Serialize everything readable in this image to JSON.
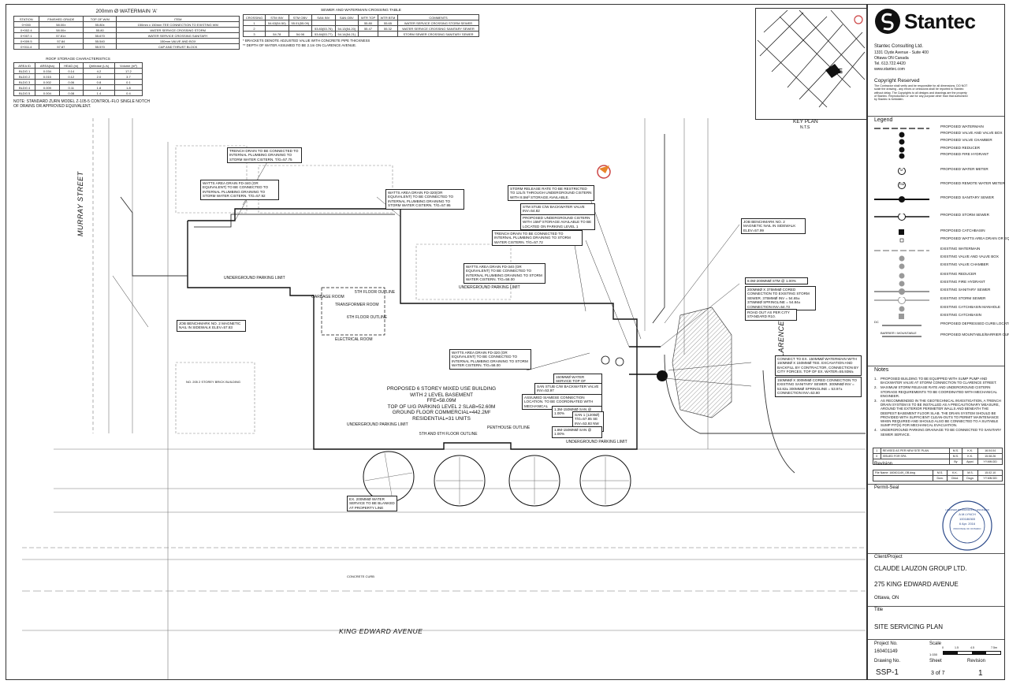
{
  "watermain_table": {
    "title": "200mm Ø WATERMAIN 'A'",
    "headers": [
      "STATION",
      "FINISHED GRADE",
      "TOP OF W/M",
      "ITEM"
    ],
    "rows": [
      [
        "0+000",
        "58.00±",
        "55.80±",
        "150mm x 150mm TEE CONNECTION TO EXISTING WM"
      ],
      [
        "0+002.4",
        "58.00±",
        "55.80",
        "WATER SERVICE CROSSING STORM"
      ],
      [
        "0+007.1",
        "57.81±",
        "55.670",
        "WATER SERVICE CROSSING SANITARY"
      ],
      [
        "0+009.5",
        "57.84",
        "55.540",
        "150mm VALVE AND BOX"
      ],
      [
        "0+011.4",
        "57.87",
        "55.570",
        "CAP AND THRUST BLOCK"
      ]
    ]
  },
  "crossing_table": {
    "title": "SEWER AND WATERMAIN CROSSING TABLE",
    "headers": [
      "CROSSING",
      "STM INV",
      "STM OBV",
      "SAN INV",
      "SAN OBV",
      "WTR TOP",
      "WTR BTM",
      "COMMENTS"
    ],
    "rows": [
      [
        "1",
        "54.63(54.50)",
        "55.01(55.09)",
        "",
        "",
        "55.80",
        "55.65",
        "WATER SERVICE CROSSING STORM SEWER"
      ],
      [
        "2",
        "",
        "",
        "53.83(53.76)",
        "54.13(54.20)",
        "55.47",
        "55.32",
        "WATER SERVICE CROSSING SANITARY SEWER"
      ],
      [
        "3",
        "54.78",
        "54.98",
        "53.84(53.77)",
        "54.14(54.21)",
        "",
        "",
        "STORM SEWER CROSSING SANITARY SEWER"
      ]
    ],
    "notes": [
      "* BRACKETS DENOTE ADJUSTED VALUE WITH CONCRETE PIPE THICKNESS",
      "** DEPTH OF WATER ASSUMED TO BE 2.1m ON CLARENCE AVENUE."
    ]
  },
  "roof_table": {
    "title": "ROOF STORAGE CHARACTERISTICS",
    "headers": [
      "AREA ID",
      "AREA(ha)",
      "HEAD (m)",
      "Qrelease (L/s)",
      "Volume (m³)"
    ],
    "rows": [
      [
        "BLDG 1",
        "0.034",
        "0.14",
        "4.2",
        "17.2"
      ],
      [
        "BLDG 2",
        "0.015",
        "0.12",
        "2.0",
        "3.7"
      ],
      [
        "BLDG 3",
        "0.002",
        "0.06",
        "0.8",
        "0.1"
      ],
      [
        "BLDG 4",
        "0.009",
        "0.11",
        "1.8",
        "1.8"
      ],
      [
        "BLDG 5",
        "0.004",
        "0.08",
        "1.4",
        "0.4"
      ]
    ],
    "note": "NOTE: STANDARD ZURN MODEL Z-105-5 CONTROL-FLO SINGLE NOTCH OF DRAINS OR APPROVED EQUIVALENT."
  },
  "streets": {
    "murray": "MURRAY STREET",
    "clarence": "CLARENCE STREET",
    "king_edward": "KING EDWARD AVENUE"
  },
  "building": {
    "line1": "PROPOSED 6 STOREY MIXED USE BUILDING",
    "line2": "WITH 2 LEVEL BASEMENT",
    "line3": "FFE=58.09m",
    "line4": "TOP OF U/G PARKING LEVEL 2 SLAB=52.60m",
    "line5": "GROUND FLOOR COMMERCIAL=442.2m²",
    "line6": "RESIDENTIAL=31 UNITS"
  },
  "plan_labels": {
    "garbage": "GARBAGE ROOM",
    "transformer": "TRANSFORMER ROOM",
    "outline5": "5TH FLOOR OUTLINE",
    "outline6": "6TH FLOOR OUTLINE",
    "electrical": "ELECTRICAL ROOM",
    "ug_limit_1": "UNDERGROUND PARKING LIMIT",
    "ug_limit_2": "UNDERGROUND PARKING LIMIT",
    "ug_limit_3": "UNDERGROUND PARKING LIMIT",
    "ug_limit_4": "UNDERGROUND PARKING LIMIT",
    "outline56": "5TH AND 6TH FLOOR OUTLINE",
    "penthouse": "PENTHOUSE OUTLINE",
    "concrete_curb": "CONCRETE CURB",
    "road_out": "ROAD OUT AS PER CITY STANDARD R10.",
    "bldg_205": "NO. 205 2 STOREY BRICK BUILDING"
  },
  "callouts": {
    "c1": "TRENCH DRAIN TO BE CONNECTED TO INTERNAL PLUMBING DRAINING TO STORM WATER CISTERN. T/G=57.75",
    "c2": "WATTS AREA DRAIN FD-340 (OR EQUIVALENT) TO BE CONNECTED TO INTERNAL PLUMBING DRAINING TO STORM WATER CISTERN. T/G=57.92",
    "c3": "WATTS AREA DRAIN FD-320(OR EQUIVALENT) TO BE CONNECTED TO INTERNAL PLUMBING DRAINING TO STORM WATER CISTERN. T/G=57.95",
    "c4": "STORM RELEASE RATE TO BE RESTRICTED TO 12L/s THROUGH UNDERGROUND CISTERN WITH 8.5m³ STORAGE AVAILABLE.",
    "c5": "STM STUB c/w BACKWATER VALVE INV=54.82",
    "c6": "PROPOSED UNDERGROUND CISTERN WITH 15m³ STORAGE AVAILABLE TO BE LOCATED ON PARKING LEVEL 1",
    "c7": "TRENCH DRAIN TO BE CONNECTED TO INTERNAL PLUMBING DRAINING TO STORM WATER CISTERN. T/G=57.72",
    "c8": "JOB BENCHMARK NO. 2 MAGNETIC NAIL IN SIDEWALK ELEV=57.99",
    "c9": "WATTS AREA DRAIN FD-340 (OR EQUIVALENT) TO BE CONNECTED TO INTERNAL PLUMBING DRAINING TO STORM WATER CISTERN. T/G=58.00",
    "c10": "JOB BENCHMARK NO. 2 MAGNETIC NAIL IN SIDEWALK ELEV=57.83",
    "c11": "WATTS AREA DRAIN FD-320 (OR EQUIVALENT) TO BE CONNECTED TO INTERNAL PLUMBING DRAINING TO STORM WATER CISTERN. T/G=58.00",
    "c12": "8.0m-200mmØ STM @ 1.00%",
    "c13": "200mmØ X 375mmØ CORED CONNECTION TO EXISTING STORM SEWER. 375mmØ INV = 54.65± 375mmØ SPRINGLINE = 54.84± CONNECTION INV=54.73",
    "c14": "150mmØ WATER SERVICE TOP OF WATER=55.57",
    "c15": "SAN STUB c/w BACKWATER VALVE INV=53.97",
    "c16": "ASSUMED SIAMESE CONNECTION LOCATION. TO BE COORDINATED WITH MECHANICAL",
    "c17": "1.3m-150mmØ SAN @ 1.00%",
    "c18": "SAN 1 (1200Ø) T/G=57.85 SE INV=53.93 NW INV=53.98",
    "c19": "1.8m-150mmØ SAN @ 1.00%",
    "c20": "CONNECT TO EX. 150mmØ WATERMAIN WITH 150mmØ X 150mmØ TEE. EXCAVATION AND BACKFILL BY CONTRACTOR, CONNECTION BY CITY FORCES. TOP OF EX. WATER=55.93m±",
    "c21": "150mmØ X 300mmØ CORED CONNECTION TO EXISTING SANITARY SEWER. 300mmØ INV = 53.82± 300mmØ SPRINGLINE = 53.97± CONNECTION INV=53.80",
    "c22": "EX. 200mmØ WATER SERVICE TO BE BLANKED AT PROPERTY LINE"
  },
  "titleblock": {
    "brand": "Stantec",
    "company": "Stantec Consulting Ltd.",
    "address1": "1331 Clyde Avenue - Suite 400",
    "address2": "Ottawa ON Canada",
    "tel": "Tel. 613.722.4420",
    "web": "www.stantec.com",
    "copyright_head": "Copyright Reserved",
    "copyright_text": "The Contractor shall verify and be responsible for all dimensions. DO NOT scale the drawing - any errors or omissions shall be reported to Stantec without delay. The Copyrights to all designs and drawings are the property of Stantec. Reproduction or use for any purpose other than that authorized by Stantec is forbidden.",
    "keyplan": "KEY PLAN",
    "keyplan_nts": "N.T.S",
    "site": "SITE",
    "legend_head": "Legend",
    "legend": [
      "PROPOSED WATERMAIN",
      "PROPOSED VALVE AND VALVE BOX",
      "PROPOSED VALVE CHAMBER",
      "PROPOSED REDUCER",
      "PROPOSED FIRE HYDRANT",
      "PROPOSED WATER METER",
      "PROPOSED REMOTE WATER METER",
      "PROPOSED SANITARY SEWER",
      "PROPOSED STORM SEWER",
      "PROPOSED CATCHBASIN",
      "PROPOSED WATTS AREA DRAIN OR EQUIVALENT",
      "EXISTING WATERMAIN",
      "EXISTING VALVE AND VALVE BOX",
      "EXISTING VALVE CHAMBER",
      "EXISTING REDUCER",
      "EXISTING FIRE HYDRANT",
      "EXISTING SANITARY SEWER",
      "EXISTING STORM SEWER",
      "EXISTING CATCHBASIN MANHOLE",
      "EXISTING CATCHBASIN",
      "PROPOSED DEPRESSED CURB LOCATIONS",
      "PROPOSED MOUNTABLE/BARRIER CURB LOCATION"
    ],
    "legend_sym": {
      "m": "M",
      "rm": "RM",
      "dc": "DC",
      "barrier": "BARRIER / MOUNTABLE"
    },
    "notes_head": "Notes",
    "notes": [
      "PROPOSED BUILDING TO BE EQUIPPED WITH SUMP PUMP AND BACKWATER VALVE AT STORM CONNECTION TO CLARENCE STREET.",
      "MAXIMUM STORM RELEASE RATE AND UNDERGROUND CISTERN STORAGE REQUIREMENTS TO BE COORDINATED WITH MECHANICAL ENGINEER.",
      "AS RECOMMENDED IN THE GEOTECHNICAL INVESTIGATION, A TRENCH DRAIN SYSTEM IS TO BE INSTALLED AS A PRECAUTIONARY MEASURE, AROUND THE EXTERIOR PERIMETER WALLS AND BENEATH THE DEEPEST BASEMENT FLOOR SLAB. THE DRAIN SYSTEM SHOULD BE PROVIDED WITH SUFFICIENT CLEAN-OUTS TO PERMIT MAINTENANCE WHEN REQUIRED AND SHOULD ALSO BE CONNECTED TO A SUITABLE SUMP PIT(S) FOR MECHANICAL EVACUATION.",
      "UNDERGROUND PARKING DRAINAGE TO BE CONNECTED TO SANITARY SEWER SERVICE."
    ],
    "revisions": [
      [
        "1",
        "REVISED AS PER NEW SITE PLAN",
        "M.S.",
        "K.K.",
        "16.04.04"
      ],
      [
        "0",
        "ISSUED FOR SPA",
        "M.S.",
        "K.K.",
        "15.08.26"
      ]
    ],
    "rev_cols": [
      "By",
      "Appd.",
      "YY.MM.DD"
    ],
    "revision_head": "Revision",
    "file_row": [
      "File Name: 160401149_OB.dwg",
      "M.S.",
      "K.K.",
      "M.S.",
      "15.02.10"
    ],
    "file_cols": [
      "Dwn.",
      "Chkd.",
      "Dsgn.",
      "YY.MM.DD"
    ],
    "permit_head": "Permit-Seal",
    "seal_lines": [
      "LICENSED PROFESSIONAL ENGINEER",
      "A.M.LYNCH",
      "100186365",
      "6 Apr. 2016",
      "PROVINCE OF ONTARIO"
    ],
    "client_head": "Client/Project",
    "client": "CLAUDE LAUZON GROUP LTD.",
    "project": "275 KING EDWARD AVENUE",
    "city": "Ottawa, ON",
    "title_head": "Title",
    "title": "SITE SERVICING PLAN",
    "project_no_head": "Project No.",
    "project_no": "160401149",
    "scale_head": "Scale",
    "scale_ratio": "1:150",
    "scale_marks": [
      "0",
      "1.5",
      "4.5",
      "7.5m"
    ],
    "drawing_no_head": "Drawing No.",
    "drawing_no": "SSP-1",
    "sheet_head": "Sheet",
    "sheet": "3 of 7",
    "revision_no_head": "Revision",
    "revision_no": "1"
  }
}
